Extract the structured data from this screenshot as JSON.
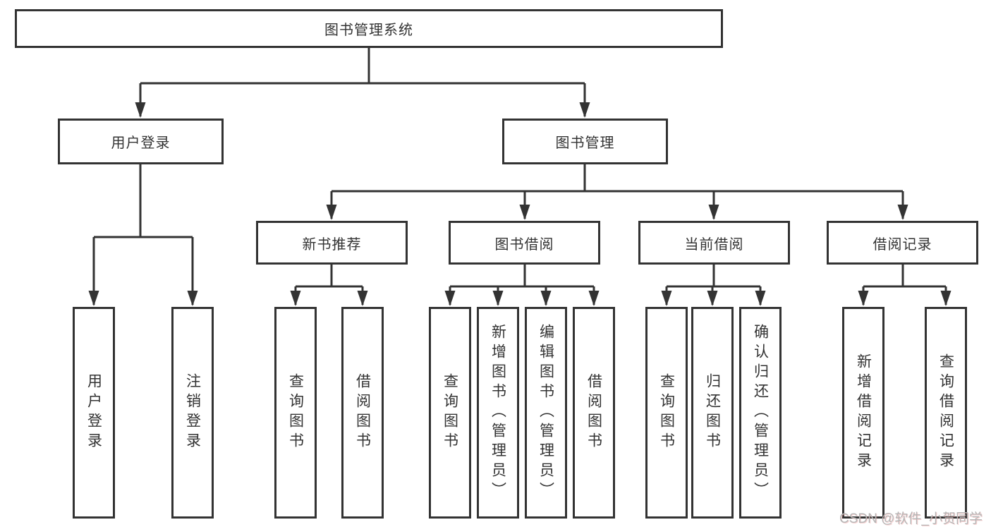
{
  "tree": {
    "root": {
      "label": "图书管理系统"
    },
    "level2": [
      {
        "label": "用户登录",
        "children": [
          {
            "label": "用户登录"
          },
          {
            "label": "注销登录"
          }
        ]
      },
      {
        "label": "图书管理",
        "children": [
          {
            "label": "新书推荐",
            "children": [
              {
                "label": "查询图书"
              },
              {
                "label": "借阅图书"
              }
            ]
          },
          {
            "label": "图书借阅",
            "children": [
              {
                "label": "查询图书"
              },
              {
                "label": "新增图书（管理员）"
              },
              {
                "label": "编辑图书（管理员）"
              },
              {
                "label": "借阅图书"
              }
            ]
          },
          {
            "label": "当前借阅",
            "children": [
              {
                "label": "查询图书"
              },
              {
                "label": "归还图书"
              },
              {
                "label": "确认归还（管理员）"
              }
            ]
          },
          {
            "label": "借阅记录",
            "children": [
              {
                "label": "新增借阅记录"
              },
              {
                "label": "查询借阅记录"
              }
            ]
          }
        ]
      }
    ]
  },
  "watermark": "CSDN @软件_小贺同学",
  "colors": {
    "line": "#333333",
    "box_border": "#333333",
    "box_fill": "#ffffff",
    "text": "#333333",
    "background": "#ffffff",
    "watermark": "#b5b5b5"
  }
}
